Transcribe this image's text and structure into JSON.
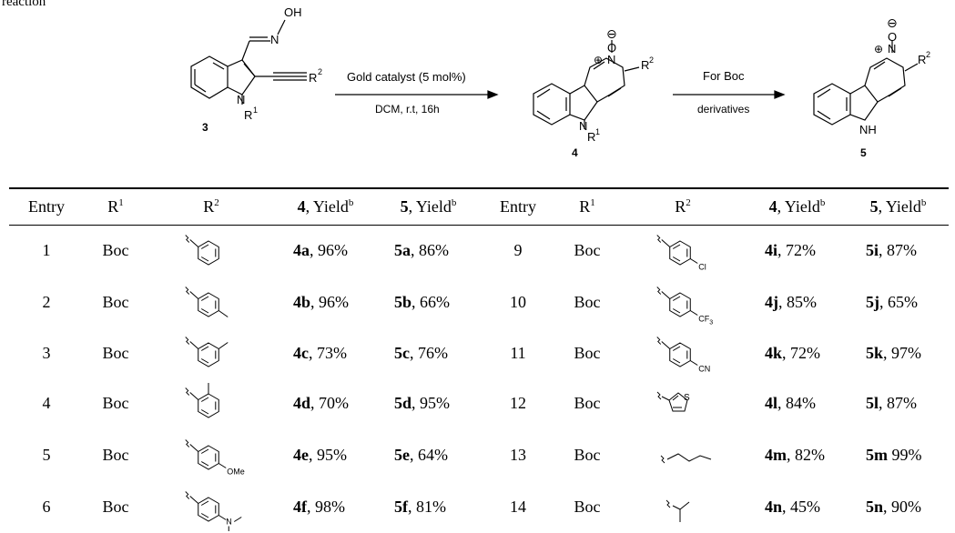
{
  "caption": "reaction",
  "scheme": {
    "compound_3": "3",
    "compound_4": "4",
    "compound_5": "5",
    "oh_label": "OH",
    "n_label": "N",
    "nh_label": "NH",
    "o_label": "O",
    "r1": "R",
    "r1_sup": "1",
    "r2": "R",
    "r2_sup": "2",
    "arrow1_top": "Gold catalyst (5 mol%)",
    "arrow1_bottom": "DCM, r.t, 16h",
    "arrow2_top": "For Boc",
    "arrow2_bottom": "derivatives",
    "plus_sign": "⊕",
    "minus_sign": "⊖"
  },
  "table": {
    "headers": [
      {
        "text": "Entry"
      },
      {
        "text": "R",
        "sup": "1"
      },
      {
        "text": "R",
        "sup": "2"
      },
      {
        "bold": "4",
        "text": ", Yield",
        "sup": "b"
      },
      {
        "bold": "5",
        "text": ", Yield",
        "sup": "b"
      },
      {
        "text": "Entry"
      },
      {
        "text": "R",
        "sup": "1"
      },
      {
        "text": "R",
        "sup": "2"
      },
      {
        "bold": "4",
        "text": ", Yield",
        "sup": "b"
      },
      {
        "bold": "5",
        "text": ", Yield",
        "sup": "b"
      }
    ],
    "rows": [
      {
        "entry": "1",
        "r1": "Boc",
        "r2": "phenyl",
        "y4b": "4a",
        "y4": ", 96%",
        "y5b": "5a",
        "y5": ", 86%",
        "entry2": "9",
        "r1b": "Boc",
        "r2b": "4-chlorophenyl",
        "r2b_label": "Cl",
        "y4b2": "4i",
        "y4_2": ", 72%",
        "y5b2": "5i",
        "y5_2": ", 87%"
      },
      {
        "entry": "2",
        "r1": "Boc",
        "r2": "4-methylphenyl",
        "y4b": "4b",
        "y4": ", 96%",
        "y5b": "5b",
        "y5": ", 66%",
        "entry2": "10",
        "r1b": "Boc",
        "r2b": "4-trifluoromethylphenyl",
        "r2b_label": "CF",
        "r2b_sub": "3",
        "y4b2": "4j",
        "y4_2": ", 85%",
        "y5b2": "5j",
        "y5_2": ", 65%"
      },
      {
        "entry": "3",
        "r1": "Boc",
        "r2": "3-methylphenyl",
        "y4b": "4c",
        "y4": ", 73%",
        "y5b": "5c",
        "y5": ", 76%",
        "entry2": "11",
        "r1b": "Boc",
        "r2b": "4-cyanophenyl",
        "r2b_label": "CN",
        "y4b2": "4k",
        "y4_2": ", 72%",
        "y5b2": "5k",
        "y5_2": ", 97%"
      },
      {
        "entry": "4",
        "r1": "Boc",
        "r2": "2-methylphenyl",
        "y4b": "4d",
        "y4": ", 70%",
        "y5b": "5d",
        "y5": ", 95%",
        "entry2": "12",
        "r1b": "Boc",
        "r2b": "2-thienyl",
        "r2b_label": "S",
        "y4b2": "4l",
        "y4_2": ", 84%",
        "y5b2": "5l",
        "y5_2": ", 87%"
      },
      {
        "entry": "5",
        "r1": "Boc",
        "r2": "4-methoxyphenyl",
        "r2_label": "OMe",
        "y4b": "4e",
        "y4": ", 95%",
        "y5b": "5e",
        "y5": ", 64%",
        "entry2": "13",
        "r1b": "Boc",
        "r2b": "n-butyl",
        "y4b2": "4m",
        "y4_2": ", 82%",
        "y5b2": "5m",
        "y5_2": " 99%"
      },
      {
        "entry": "6",
        "r1": "Boc",
        "r2": "4-dimethylaminophenyl",
        "r2_label": "N",
        "y4b": "4f",
        "y4": ", 98%",
        "y5b": "5f",
        "y5": ", 81%",
        "entry2": "14",
        "r1b": "Boc",
        "r2b": "isopropyl",
        "y4b2": "4n",
        "y4_2": ", 45%",
        "y5b2": "5n",
        "y5_2": ", 90%"
      }
    ]
  }
}
